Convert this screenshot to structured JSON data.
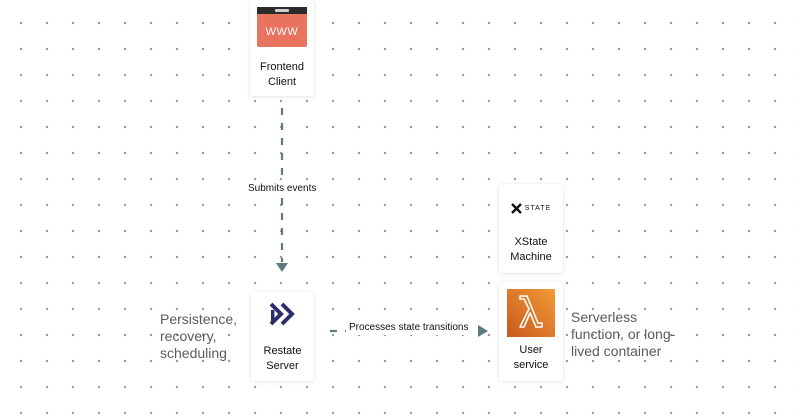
{
  "nodes": {
    "frontend": {
      "label_line1": "Frontend",
      "label_line2": "Client",
      "icon": "browser-www-icon",
      "icon_text": "WWW",
      "icon_color": "#e8735f"
    },
    "xstate": {
      "label_line1": "XState",
      "label_line2": "Machine",
      "icon": "xstate-logo-icon",
      "logo_text": "STATE"
    },
    "restate": {
      "label_line1": "Restate",
      "label_line2": "Server",
      "icon": "restate-logo-icon",
      "icon_color": "#2a2f6b"
    },
    "user_service": {
      "label_line1": "User",
      "label_line2": "service",
      "icon": "aws-lambda-icon",
      "icon_color": "#e8842c"
    }
  },
  "edges": {
    "submits": {
      "label": "Submits events",
      "color": "#5f7a80"
    },
    "processes": {
      "label": "Processes state transitions",
      "color": "#5f7a80"
    }
  },
  "notes": {
    "left": [
      "Persistence,",
      "recovery,",
      "scheduling"
    ],
    "right": [
      "Serverless",
      "function, or long-",
      "lived container"
    ]
  }
}
